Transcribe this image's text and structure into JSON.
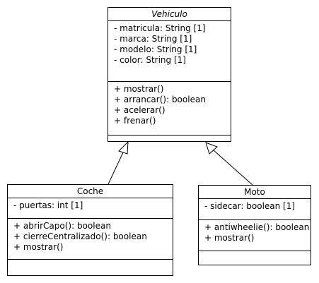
{
  "classes": {
    "vehiculo": {
      "name": "Vehiculo",
      "attributes": [
        "- matricula: String [1]",
        "- marca: String [1]",
        "- modelo: String [1]",
        "- color: String [1]"
      ],
      "operations": [
        "+ mostrar()",
        "+ arrancar(): boolean",
        "+ acelerar()",
        "+ frenar()"
      ]
    },
    "coche": {
      "name": "Coche",
      "attributes": [
        "- puertas: int [1]"
      ],
      "operations": [
        "+ abrirCapo(): boolean",
        "+ cierreCentralizado(): boolean",
        "+ mostrar()"
      ]
    },
    "moto": {
      "name": "Moto",
      "attributes": [
        "- sidecar: boolean [1]"
      ],
      "operations": [
        "+ antiwheelie(): boolean",
        "+ mostrar()"
      ]
    }
  },
  "relations": [
    {
      "type": "generalization",
      "from": "Coche",
      "to": "Vehiculo"
    },
    {
      "type": "generalization",
      "from": "Moto",
      "to": "Vehiculo"
    }
  ],
  "colors": {
    "stroke": "#000000",
    "background": "#ffffff"
  }
}
